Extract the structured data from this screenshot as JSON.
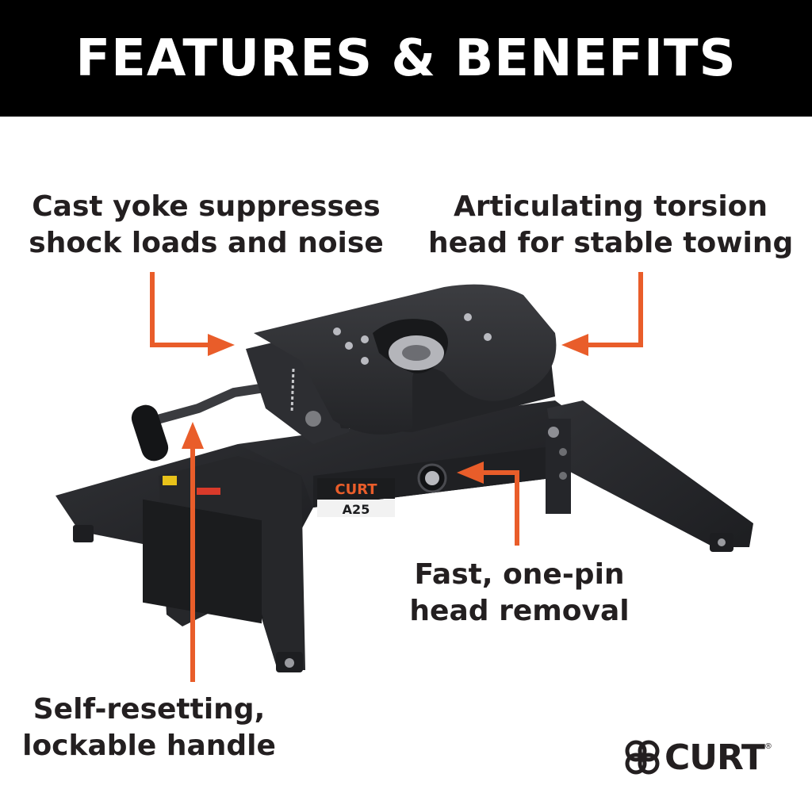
{
  "header": {
    "title": "FEATURES & BENEFITS"
  },
  "callouts": {
    "cast_yoke": {
      "line1": "Cast yoke suppresses",
      "line2": "shock loads and noise"
    },
    "torsion_head": {
      "line1": "Articulating torsion",
      "line2": "head for stable towing"
    },
    "one_pin": {
      "line1": "Fast, one-pin",
      "line2": "head removal"
    },
    "handle": {
      "line1": "Self-resetting,",
      "line2": "lockable handle"
    }
  },
  "product": {
    "brand_plate": "CURT",
    "model_plate": "A25"
  },
  "logo": {
    "word": "CURT",
    "reg": "®"
  },
  "colors": {
    "banner_bg": "#000000",
    "banner_text": "#ffffff",
    "arrow": "#e95d2a",
    "hitch_body": "#2a2b2e",
    "text": "#231f20"
  }
}
